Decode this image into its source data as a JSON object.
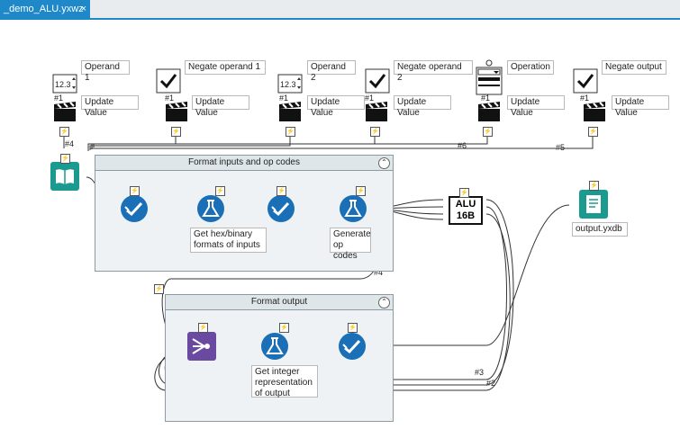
{
  "tab": {
    "title": "_demo_ALU.yxwz",
    "close_glyph": "×"
  },
  "interface": {
    "tools": [
      {
        "label": "Operand 1",
        "control": "12.3",
        "action": "Update Value",
        "hash": "#1"
      },
      {
        "label": "Negate operand 1",
        "control": "✔",
        "action": "Update Value",
        "hash": "#1"
      },
      {
        "label": "Operand 2",
        "control": "12.3",
        "action": "Update Value",
        "hash": "#1"
      },
      {
        "label": "Negate operand 2",
        "control": "✔",
        "action": "Update Value",
        "hash": "#1"
      },
      {
        "label": "Operation",
        "control": "",
        "action": "Update Value",
        "hash": "#1"
      },
      {
        "label": "Negate output",
        "control": "✔",
        "action": "Update Value",
        "hash": "#1"
      }
    ]
  },
  "connection_tags": {
    "t4a": "#4",
    "t4b": "#4",
    "t3": "#3",
    "t2": "#2",
    "t5": "#5",
    "t6": "#6"
  },
  "containers": {
    "format_inputs": {
      "title": "Format inputs and op codes"
    },
    "format_output": {
      "title": "Format output"
    }
  },
  "annotations": {
    "hex_binary": "Get hex/binary formats of inputs",
    "op_codes": "Generate op codes",
    "integer_repr": "Get integer representation of output",
    "output_file": "output.yxdb"
  },
  "alu": {
    "line1": "ALU",
    "line2": "16B"
  },
  "colors": {
    "accent": "#1e88c8",
    "tool_blue": "#1a6fb6",
    "tool_teal": "#1b9a8f",
    "tool_purple": "#6a4aa0",
    "anchor_green": "#8fd04a"
  }
}
